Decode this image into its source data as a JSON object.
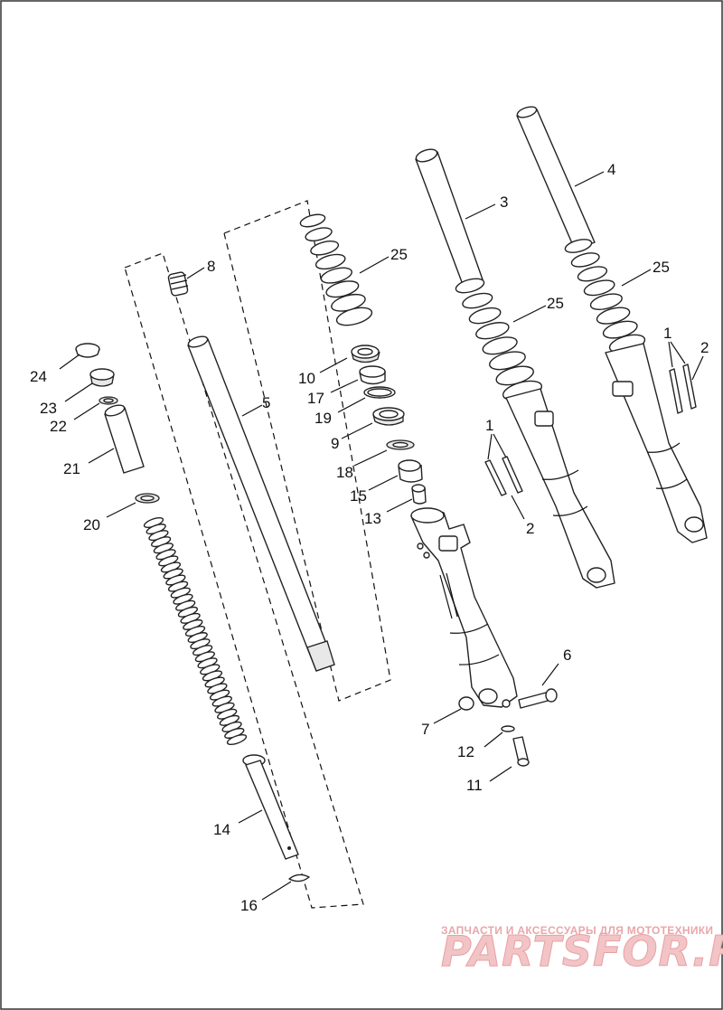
{
  "callouts": {
    "c1a": "1",
    "c1b": "1",
    "c2a": "2",
    "c2b": "2",
    "c3": "3",
    "c4": "4",
    "c5": "5",
    "c6": "6",
    "c7": "7",
    "c8": "8",
    "c9": "9",
    "c10": "10",
    "c11": "11",
    "c12": "12",
    "c13": "13",
    "c14": "14",
    "c15": "15",
    "c16": "16",
    "c17": "17",
    "c18": "18",
    "c19": "19",
    "c20": "20",
    "c21": "21",
    "c22": "22",
    "c23": "23",
    "c24": "24",
    "c25a": "25",
    "c25b": "25",
    "c25c": "25"
  },
  "watermark": {
    "tagline": "ЗАПЧАСТИ И АКСЕССУАРЫ ДЛЯ МОТОТЕХНИКИ",
    "logo": "PARTSFOR.RU"
  }
}
